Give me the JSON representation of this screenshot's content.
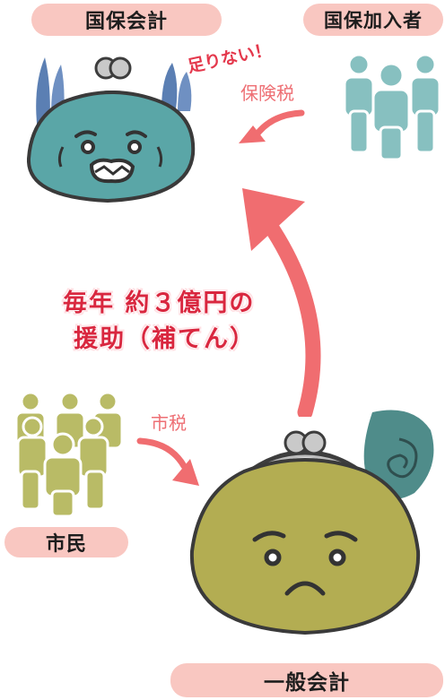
{
  "labels": {
    "national_insurance": "国保会計",
    "insured_members": "国保加入者",
    "citizens": "市民",
    "general_account": "一般会計"
  },
  "annotations": {
    "not_enough": "足りない！",
    "insurance_tax": "保険税",
    "city_tax": "市税",
    "subsidy_line1": "毎年 約３億円の",
    "subsidy_line2": "援助（補てん）"
  },
  "colors": {
    "pill_bg": "#f9c7c1",
    "arrow": "#f06d70",
    "teal_purse": "#5aa6a7",
    "olive_purse": "#b3ad52",
    "person_teal": "#87c0c0",
    "person_olive": "#b9bb66"
  }
}
